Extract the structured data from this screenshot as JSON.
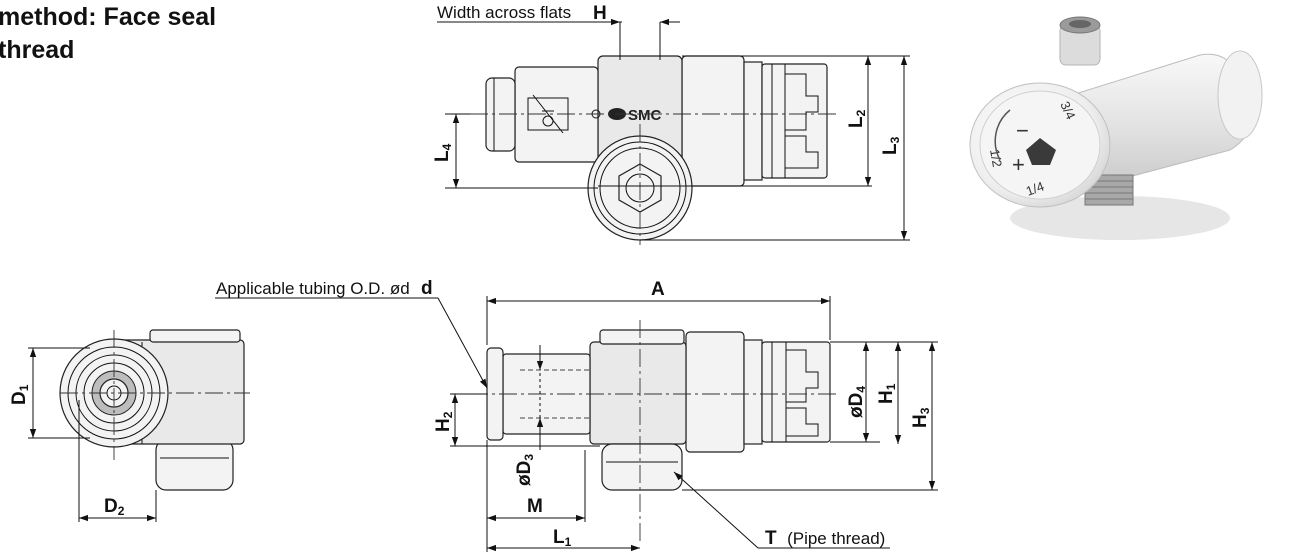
{
  "heading": {
    "line1": "method: Face seal",
    "line2": "thread"
  },
  "labels": {
    "width_across_flats": "Width across flats",
    "width_across_flats_symbol": "H",
    "applicable_tubing": "Applicable tubing O.D. ød",
    "pipe_thread_symbol": "T",
    "pipe_thread_text": "(Pipe thread)"
  },
  "dimensions": {
    "A": "A",
    "M": "M",
    "L1": "L",
    "L1_sub": "1",
    "L2": "L",
    "L2_sub": "2",
    "L3": "L",
    "L3_sub": "3",
    "L4": "L",
    "L4_sub": "4",
    "H1": "H",
    "H1_sub": "1",
    "H2": "H",
    "H2_sub": "2",
    "H3": "H",
    "H3_sub": "3",
    "D1": "D",
    "D1_sub": "1",
    "D2": "D",
    "D2_sub": "2",
    "D3": "øD",
    "D3_sub": "3",
    "D4": "øD",
    "D4_sub": "4"
  },
  "product_marks": {
    "brand": "SMC",
    "dial_three_quarter": "3/4",
    "dial_half": "1/2",
    "dial_quarter": "1/4",
    "dial_minus": "−",
    "dial_plus": "+"
  },
  "colors": {
    "line": "#111111",
    "body": "#e9e9e9",
    "background": "#ffffff"
  }
}
